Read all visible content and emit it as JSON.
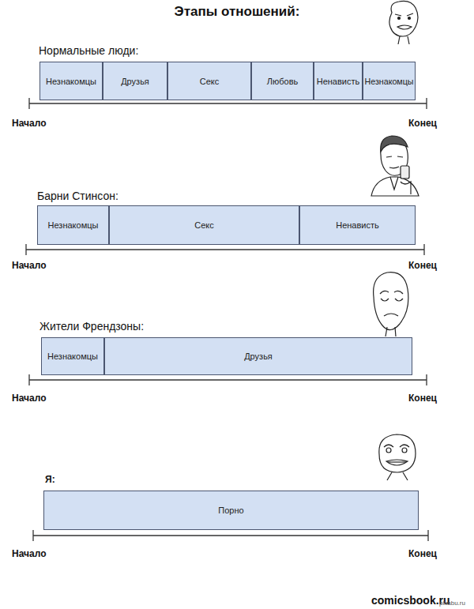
{
  "diagram": {
    "title": "Этапы отношений:",
    "nodes": [
      {
        "text": [
          "Незнакомцы"
        ]
      },
      {
        "text": [
          "Друзья"
        ]
      },
      {
        "text": [
          "Секс"
        ]
      },
      {
        "text": [
          "Любовь"
        ]
      },
      {
        "text": [
          "Ненависть"
        ]
      },
      {
        "text": [
          "Незнакомцы"
        ]
      },
      {
        "text": [
          "Незнакомцы"
        ]
      },
      {
        "text": [
          "Секс"
        ]
      },
      {
        "text": [
          "Ненависть"
        ]
      },
      {
        "text": [
          "Незнакомцы"
        ]
      },
      {
        "text": [
          "Друзья"
        ]
      },
      {
        "text": [
          "Порно"
        ]
      }
    ],
    "labels": [
      "Нормальные люди:",
      "Начало",
      "Конец",
      "Барни Стинсон:",
      "Начало",
      "Конец",
      "Жители Френдзоны:",
      "Начало",
      "Конец",
      "Я:",
      "Начало",
      "Конец",
      "comicsbook.ru",
      "pikabu.ru"
    ]
  }
}
